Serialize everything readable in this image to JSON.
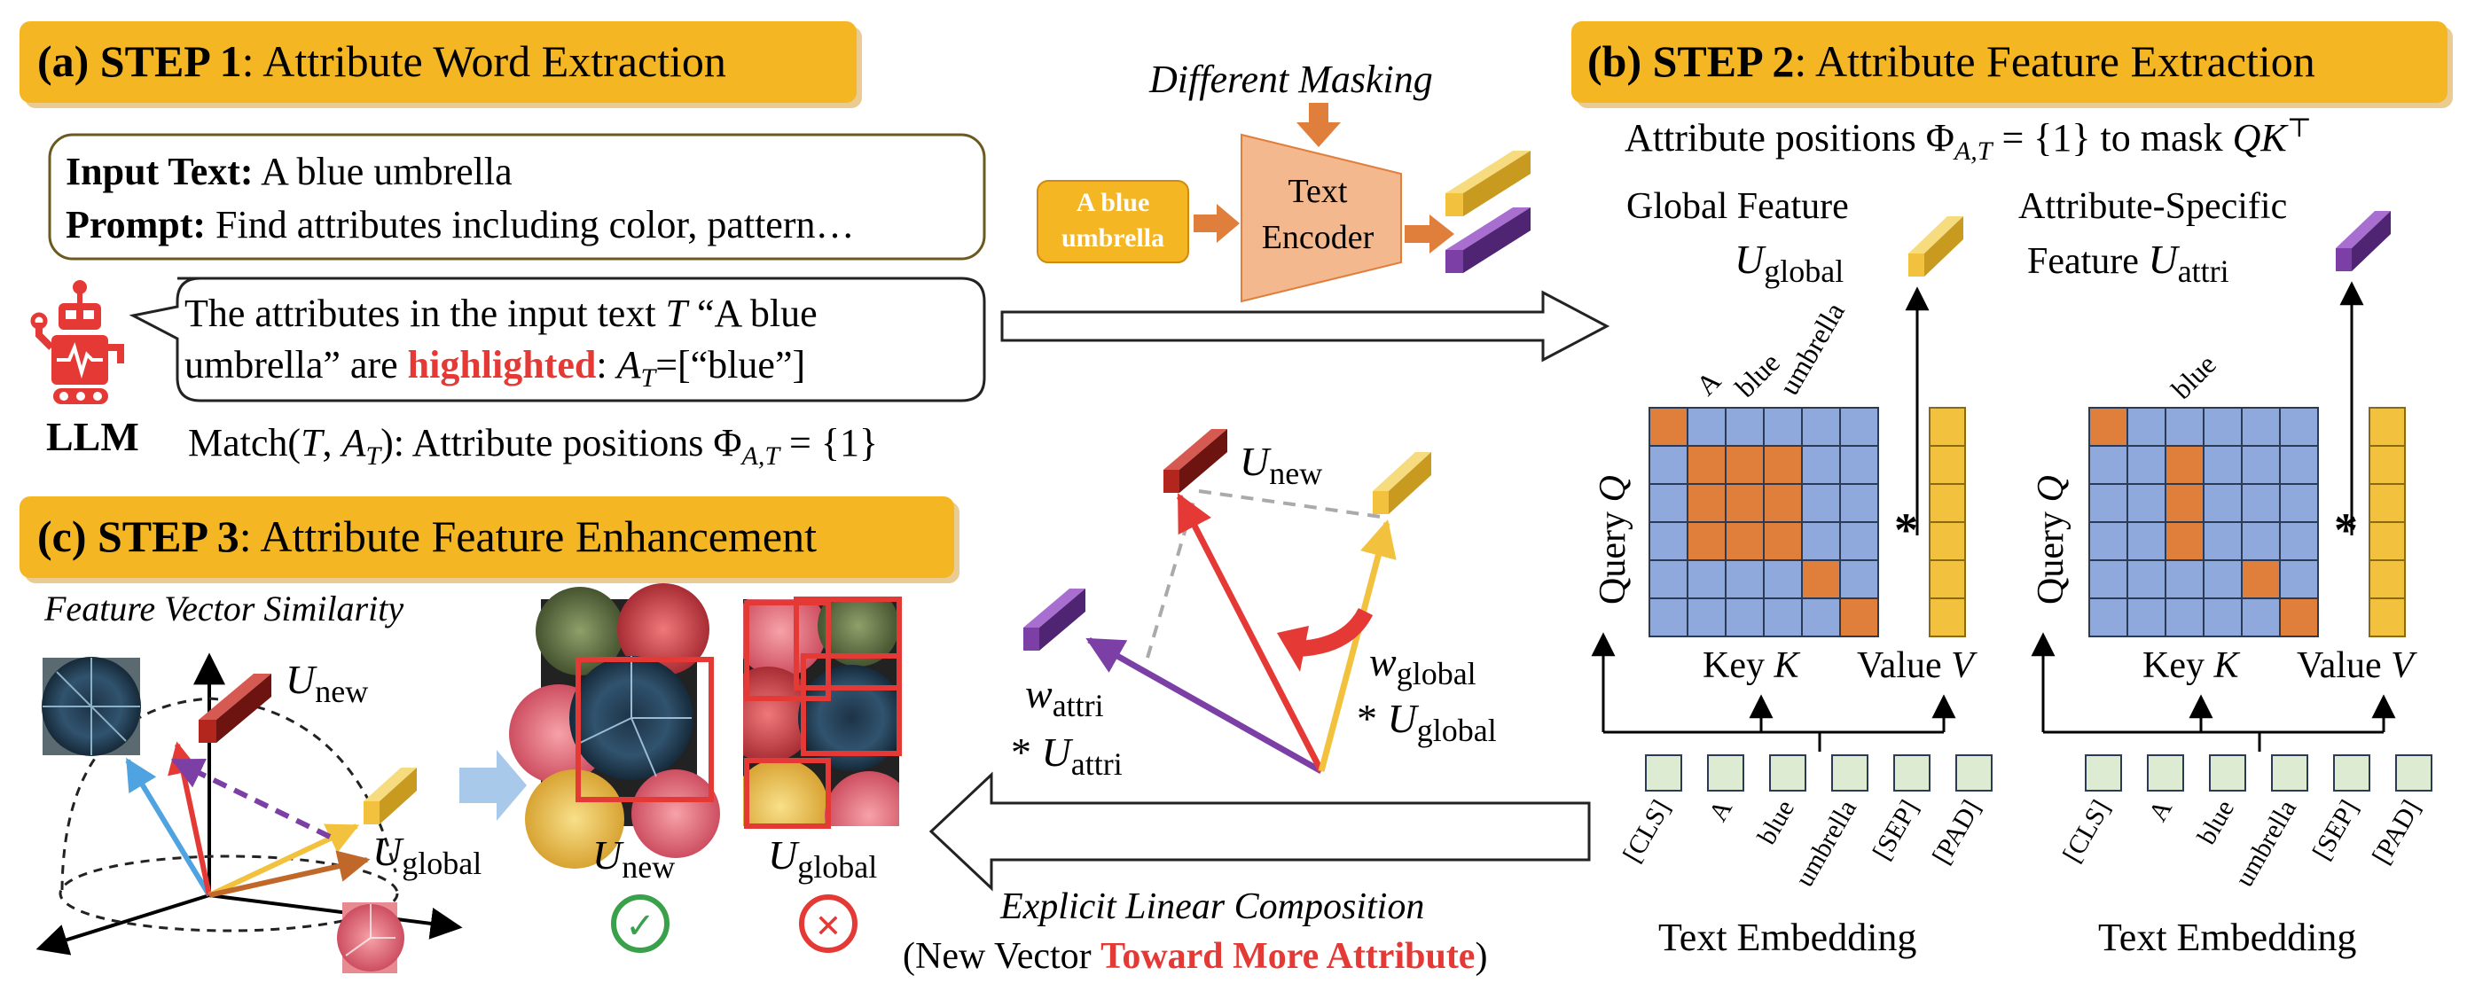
{
  "step1": {
    "label": "(a) STEP 1",
    "rest": ": Attribute Word Extraction"
  },
  "step2": {
    "label": "(b) STEP 2",
    "rest": ": Attribute Feature Extraction"
  },
  "step3": {
    "label": "(c) STEP 3",
    "rest": ": Attribute Feature Enhancement"
  },
  "input_box": {
    "input_label": "Input Text:",
    "input_value": "A blue umbrella",
    "prompt_label": "Prompt:",
    "prompt_value": "Find attributes including color, pattern…"
  },
  "llm": {
    "label": "LLM",
    "response_line1_a": "The attributes in the input text ",
    "response_line1_T": "T",
    "response_line1_b": " “A blue",
    "response_line2_a": "umbrella” are ",
    "response_line2_hl": "highlighted",
    "response_line2_b": ": ",
    "response_line2_A": "A",
    "response_line2_sub": "T",
    "response_line2_c": "=[“blue”]",
    "match_a": "Match(",
    "match_T": "T",
    "match_b": ", ",
    "match_A": "A",
    "match_sub": "T",
    "match_c": "): Attribute positions Φ",
    "match_sub2": "A,T",
    "match_d": " = {1}"
  },
  "encoder": {
    "masking_label": "Different Masking",
    "input_chip_line1": "A blue",
    "input_chip_line2": "umbrella",
    "encoder_line1": "Text",
    "encoder_line2": "Encoder"
  },
  "step2_body": {
    "positions_a": "Attribute positions Φ",
    "positions_sub": "A,T",
    "positions_b": " = {1} to mask ",
    "positions_qk": "QK",
    "positions_sup": "⊤",
    "global_title": "Global Feature",
    "global_U": "U",
    "global_sub": "global",
    "attri_title": "Attribute-Specific",
    "attri_title2": "Feature ",
    "attri_U": "U",
    "attri_sub": "attri",
    "query_label": "Query ",
    "query_Q": "Q",
    "key_label": "Key ",
    "key_K": "K",
    "value_label": "Value ",
    "value_V": "V",
    "star": "*",
    "top_tokens_global": [
      "A",
      "blue",
      "umbrella"
    ],
    "top_tokens_attri": [
      "blue"
    ],
    "tokens": [
      "[CLS]",
      "A",
      "blue",
      "umbrella",
      "[SEP]",
      "[PAD]"
    ],
    "embedding_label": "Text Embedding"
  },
  "composition": {
    "U_new": "U",
    "U_new_sub": "new",
    "w_global": "w",
    "w_global_sub": "global",
    "star_global": "* ",
    "U_global": "U",
    "U_global_sub": "global",
    "w_attri": "w",
    "w_attri_sub": "attri",
    "star_attri": "* ",
    "U_attri": "U",
    "U_attri_sub": "attri",
    "explicit": "Explicit Linear Composition",
    "new_vec_a": "(New Vector ",
    "new_vec_hl": "Toward More Attribute",
    "new_vec_b": ")"
  },
  "step3_body": {
    "similarity": "Feature Vector Similarity",
    "U_new": "U",
    "U_new_sub": "new",
    "U_global": "U",
    "U_global_sub": "global",
    "result_new": "U",
    "result_new_sub": "new",
    "result_global": "U",
    "result_global_sub": "global",
    "check_icon": "✓",
    "cross_icon": "✕"
  },
  "colors": {
    "banner": "#F5B623",
    "orange": "#E07E3C",
    "blue_cell": "#8FA9DC",
    "yellow": "#F2C23E",
    "purple": "#7B3FA6",
    "red": "#E53935",
    "dark_red": "#B3261E",
    "green_token": "#DCEBD2",
    "encoder_fill": "#F3B88E"
  }
}
